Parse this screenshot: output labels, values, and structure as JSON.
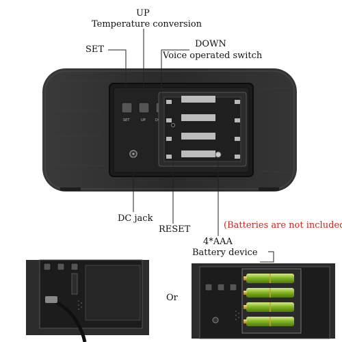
{
  "labels": {
    "up": "UP",
    "temp": "Temperature conversion",
    "set": "SET",
    "down": "DOWN",
    "voice": "Voice operated switch",
    "dc": "DC jack",
    "reset": "RESET",
    "note": "(Batteries are not included)",
    "aaa": "4*AAA",
    "battery": "Battery device",
    "or": "Or"
  },
  "panel_text": {
    "set": "SET",
    "up": "UP",
    "down": "DOWN"
  },
  "colors": {
    "wood": "#2c2c2c",
    "panel": "#1a1a1a",
    "accent": "#d0231f",
    "battery_green": "#8fbf2a",
    "battery_gold": "#c9a233"
  }
}
